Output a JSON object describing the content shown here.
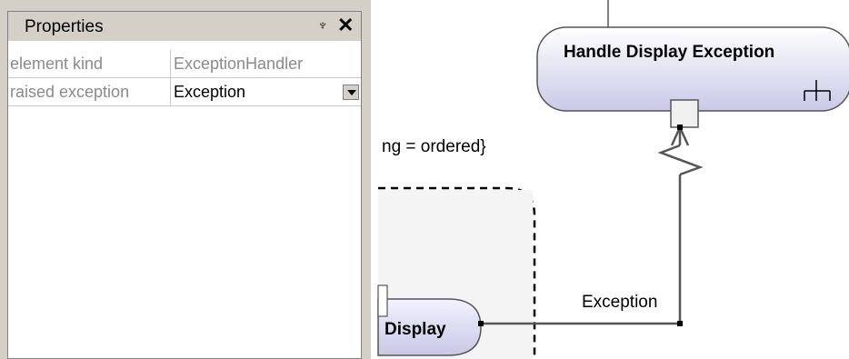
{
  "panel": {
    "title": "Properties",
    "pin_icon": "pin-icon",
    "close_icon": "close-icon",
    "rows": [
      {
        "key": "element kind",
        "value": "ExceptionHandler",
        "value_color": "#8a8a8a"
      },
      {
        "key": "raised exception",
        "value": "Exception",
        "value_color": "#000000",
        "has_dropdown": true
      }
    ]
  },
  "diagram": {
    "guard_text": "ng = ordered}",
    "handler_action": "Handle Display Exception",
    "protected_action": "Display",
    "edge_label": "Exception"
  }
}
